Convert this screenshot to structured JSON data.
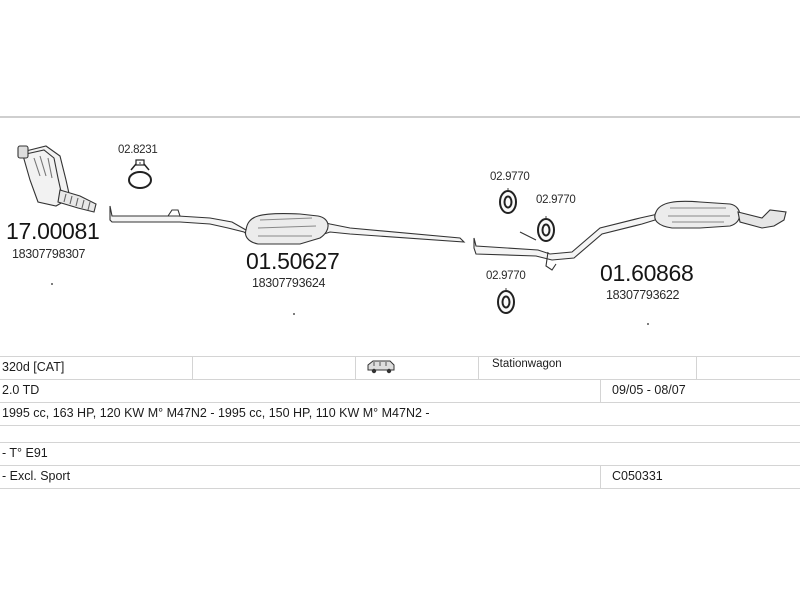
{
  "parts": {
    "catalyst": {
      "number": "17.00081",
      "oe": "18307798307"
    },
    "clamp": {
      "number": "02.8231"
    },
    "middle_silencer": {
      "number": "01.50627",
      "oe": "18307793624"
    },
    "rubber_mount_1": {
      "number": "02.9770"
    },
    "rubber_mount_2": {
      "number": "02.9770"
    },
    "rubber_mount_3": {
      "number": "02.9770"
    },
    "rear_silencer": {
      "number": "01.60868",
      "oe": "18307793622"
    }
  },
  "vehicle": {
    "model": "320d  [CAT]",
    "body_icon": "station-wagon-icon",
    "body_type": "Stationwagon",
    "engine": "2.0 TD",
    "years": "09/05 - 08/07",
    "specs": "1995 cc, 163 HP, 120 KW M° M47N2 - 1995 cc, 150 HP, 110 KW M° M47N2 -",
    "type": "- T° E91",
    "note": "- Excl. Sport",
    "code": "C050331"
  }
}
